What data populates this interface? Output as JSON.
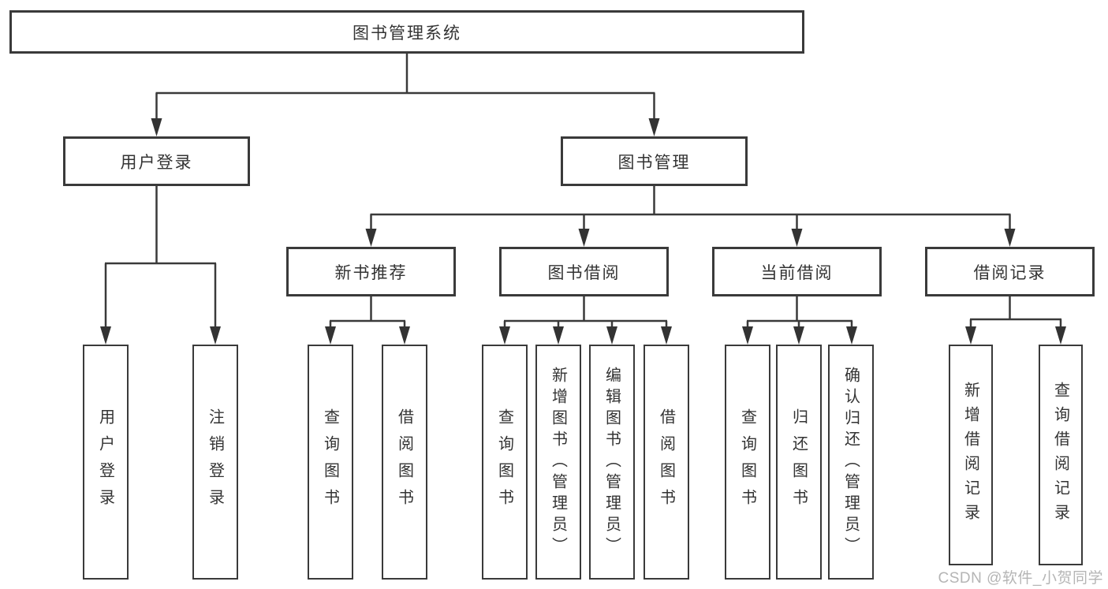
{
  "diagram_type": "hierarchy-tree",
  "colors": {
    "line": "#3a3a3a",
    "box_border": "#3a3a3a",
    "box_fill": "#ffffff",
    "text": "#333333",
    "watermark": "#b5b5b5",
    "background": "#ffffff"
  },
  "nodes": {
    "root": {
      "label": "图书管理系统"
    },
    "user_login": {
      "label": "用户登录",
      "parent": "root"
    },
    "book_management": {
      "label": "图书管理",
      "parent": "root"
    },
    "new_book_recommendation": {
      "label": "新书推荐",
      "parent": "book_management"
    },
    "book_borrowing": {
      "label": "图书借阅",
      "parent": "book_management"
    },
    "current_borrowing": {
      "label": "当前借阅",
      "parent": "book_management"
    },
    "borrowing_records": {
      "label": "借阅记录",
      "parent": "book_management"
    },
    "leaf_user_login": {
      "label": "用户登录",
      "parent": "user_login"
    },
    "leaf_logout": {
      "label": "注销登录",
      "parent": "user_login"
    },
    "leaf_query_books_1": {
      "label": "查询图书",
      "parent": "new_book_recommendation"
    },
    "leaf_borrow_books_1": {
      "label": "借阅图书",
      "parent": "new_book_recommendation"
    },
    "leaf_query_books_2": {
      "label": "查询图书",
      "parent": "book_borrowing"
    },
    "leaf_add_book_admin": {
      "label": "新增图书（管理员）",
      "parent": "book_borrowing"
    },
    "leaf_edit_book_admin": {
      "label": "编辑图书（管理员）",
      "parent": "book_borrowing"
    },
    "leaf_borrow_books_2": {
      "label": "借阅图书",
      "parent": "book_borrowing"
    },
    "leaf_query_books_3": {
      "label": "查询图书",
      "parent": "current_borrowing"
    },
    "leaf_return_book": {
      "label": "归还图书",
      "parent": "current_borrowing"
    },
    "leaf_confirm_return_admin": {
      "label": "确认归还（管理员）",
      "parent": "current_borrowing"
    },
    "leaf_add_borrow_record": {
      "label": "新增借阅记录",
      "parent": "borrowing_records"
    },
    "leaf_query_borrow_record": {
      "label": "查询借阅记录",
      "parent": "borrowing_records"
    }
  },
  "watermark": "CSDN @软件_小贺同学"
}
